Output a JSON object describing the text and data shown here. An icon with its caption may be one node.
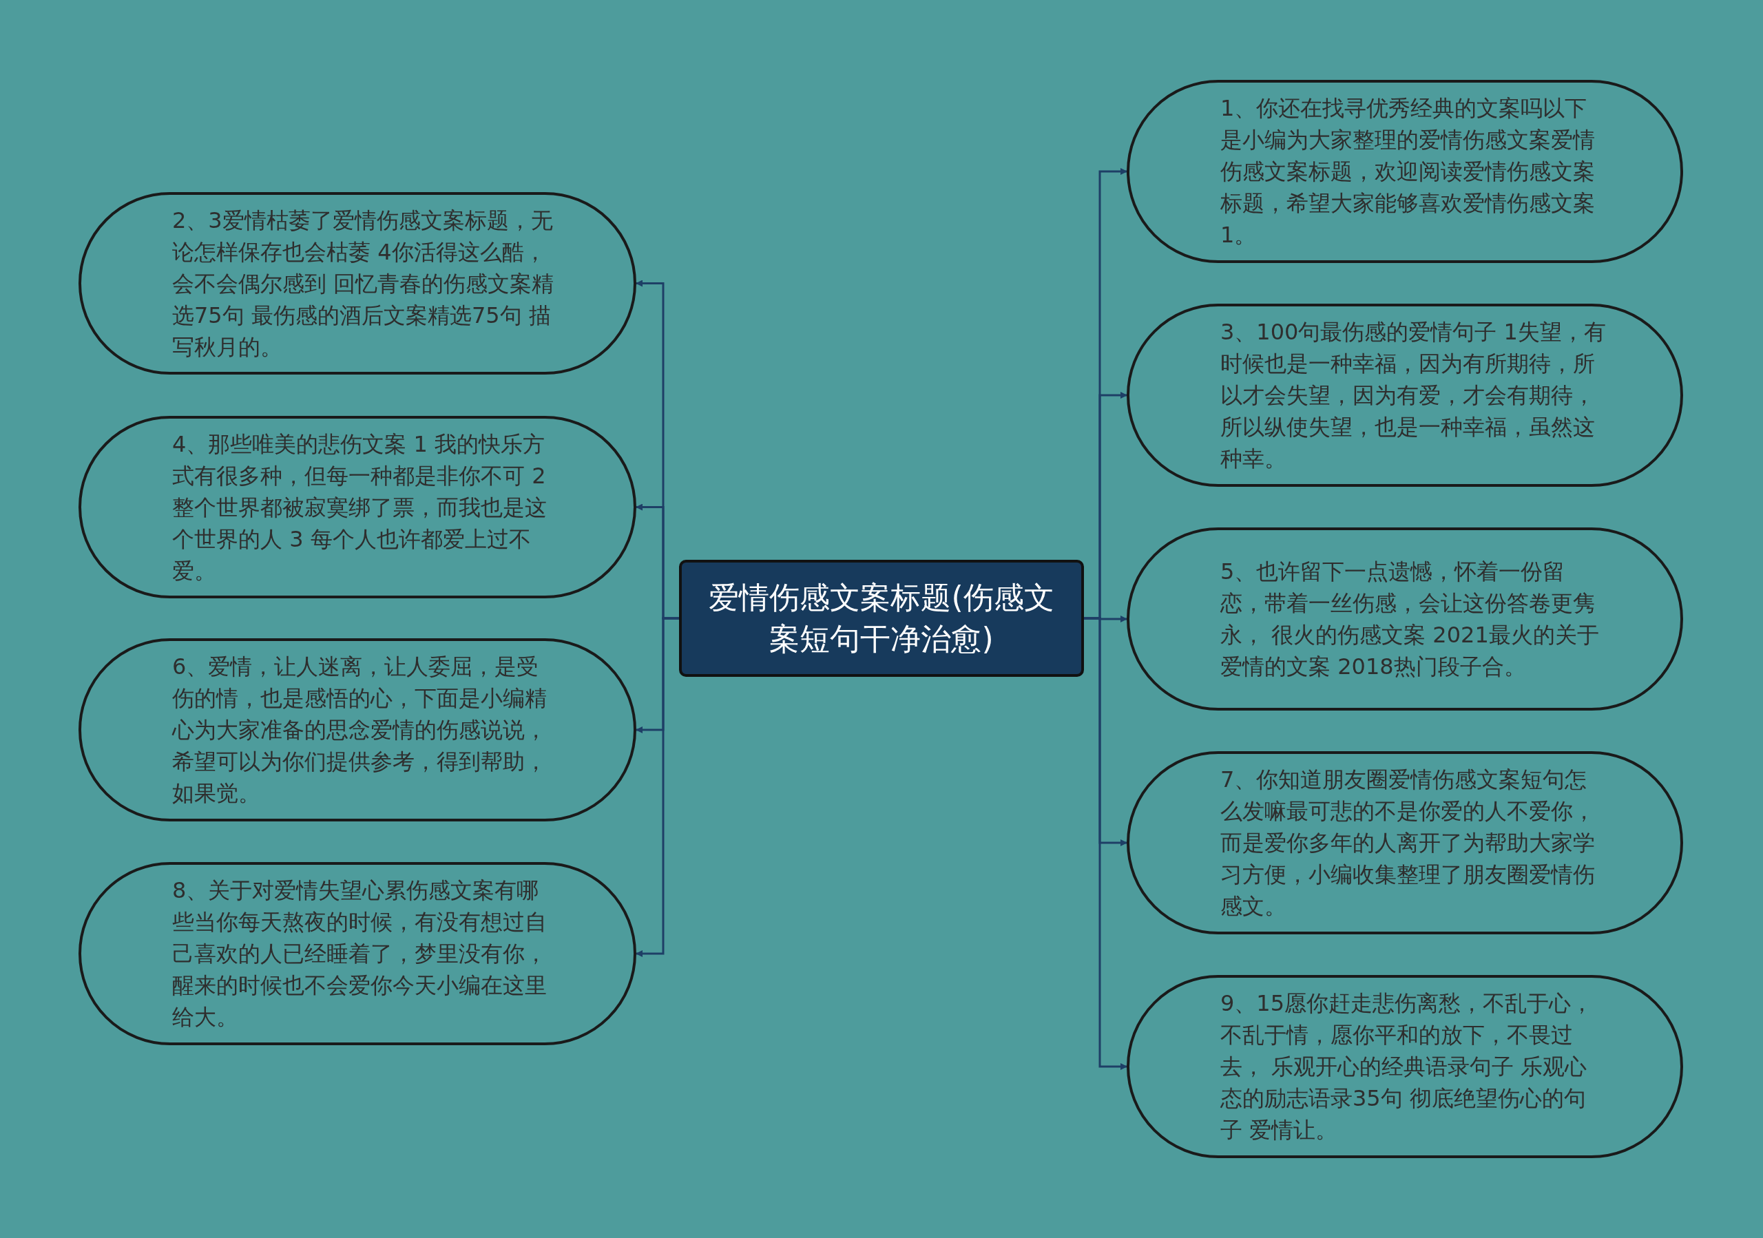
{
  "diagram": {
    "nodes": [
      {
        "text": [
          "爱情伤感文案标题(伤感文案短句干净治愈)"
        ]
      },
      {
        "text": [
          "1、你还在找寻优秀经典的文案吗以下是小编为大家整理的爱情伤感文案爱情伤感文案标题，欢迎阅读爱情伤感文案标题，希望大家能够喜欢爱情伤感文案1。"
        ]
      },
      {
        "text": [
          "2、3爱情枯萎了爱情伤感文案标题，无论怎样保存也会枯萎 4你活得这么酷，会不会偶尔感到 回忆青春的伤感文案精选75句 最伤感的酒后文案精选75句 描写秋月的。"
        ]
      },
      {
        "text": [
          "3、100句最伤感的爱情句子 1失望，有时候也是一种幸福，因为有所期待，所以才会失望，因为有爱，才会有期待，所以纵使失望，也是一种幸福，虽然这种幸。"
        ]
      },
      {
        "text": [
          "4、那些唯美的悲伤文案 1 我的快乐方式有很多种，但每一种都是非你不可 2 整个世界都被寂寞绑了票，而我也是这个世界的人 3 每个人也许都爱上过不爱。"
        ]
      },
      {
        "text": [
          "5、也许留下一点遗憾，怀着一份留恋，带着一丝伤感，会让这份答卷更隽永， 很火的伤感文案 2021最火的关于爱情的文案 2018热门段子合。"
        ]
      },
      {
        "text": [
          "6、爱情，让人迷离，让人委屈，是受伤的情，也是感悟的心，下面是小编精心为大家准备的思念爱情的伤感说说，希望可以为你们提供参考，得到帮助，如果觉。"
        ]
      },
      {
        "text": [
          "7、你知道朋友圈爱情伤感文案短句怎么发嘛最可悲的不是你爱的人不爱你，而是爱你多年的人离开了为帮助大家学习方便，小编收集整理了朋友圈爱情伤感文。"
        ]
      },
      {
        "text": [
          "8、关于对爱情失望心累伤感文案有哪些当你每天熬夜的时候，有没有想过自己喜欢的人已经睡着了，梦里没有你，醒来的时候也不会爱你今天小编在这里给大。"
        ]
      },
      {
        "text": [
          "9、15愿你赶走悲伤离愁，不乱于心，不乱于情，愿你平和的放下，不畏过去， 乐观开心的经典语录句子 乐观心态的励志语录35句 彻底绝望伤心的句子 爱情让。"
        ]
      }
    ],
    "edges": [
      {
        "from": 0,
        "to": 1,
        "arrow": "to"
      },
      {
        "from": 0,
        "to": 2,
        "arrow": "to"
      },
      {
        "from": 0,
        "to": 3,
        "arrow": "to"
      },
      {
        "from": 0,
        "to": 4,
        "arrow": "to"
      },
      {
        "from": 0,
        "to": 5,
        "arrow": "to"
      },
      {
        "from": 0,
        "to": 6,
        "arrow": "to"
      },
      {
        "from": 0,
        "to": 7,
        "arrow": "to"
      },
      {
        "from": 0,
        "to": 8,
        "arrow": "to"
      },
      {
        "from": 0,
        "to": 9,
        "arrow": "to"
      }
    ]
  }
}
